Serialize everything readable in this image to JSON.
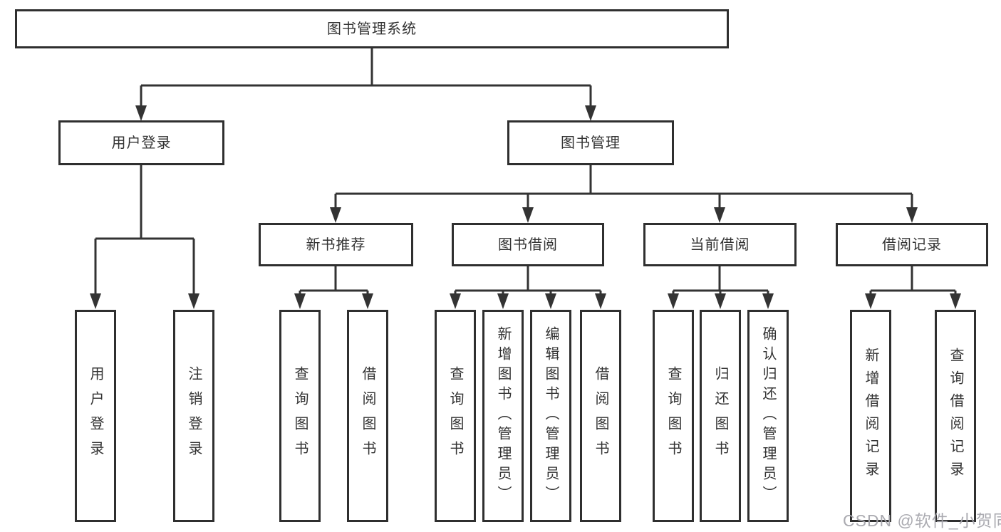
{
  "diagram": {
    "title": "图书管理系统",
    "branches": [
      {
        "label": "用户登录",
        "children": [
          "用户登录",
          "注销登录"
        ]
      },
      {
        "label": "图书管理",
        "children": [
          {
            "label": "新书推荐",
            "children": [
              "查询图书",
              "借阅图书"
            ]
          },
          {
            "label": "图书借阅",
            "children": [
              "查询图书",
              "新增图书（管理员）",
              "编辑图书（管理员）",
              "借阅图书"
            ]
          },
          {
            "label": "当前借阅",
            "children": [
              "查询图书",
              "归还图书",
              "确认归还（管理员）"
            ]
          },
          {
            "label": "借阅记录",
            "children": [
              "新增借阅记录",
              "查询借阅记录"
            ]
          }
        ]
      }
    ]
  },
  "watermark": "CSDN @软件_小贺同学",
  "colors": {
    "line": "#333333",
    "box_border": "#2f2f2f",
    "text": "#333333",
    "watermark": "#a5a5ac"
  }
}
